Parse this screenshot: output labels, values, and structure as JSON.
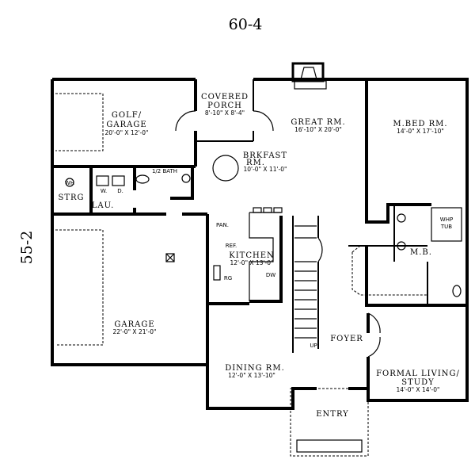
{
  "plan": {
    "top_dimension": "60-4",
    "side_dimension": "55-2",
    "rooms": {
      "golf_garage": {
        "name1": "GOLF/",
        "name2": "GARAGE",
        "size": "20'-0\" X 12'-0\""
      },
      "covered_porch": {
        "name1": "COVERED",
        "name2": "PORCH",
        "size": "8'-10\" X 8'-4\""
      },
      "great_rm": {
        "name": "GREAT RM.",
        "size": "16'-10\" X 20'-0\""
      },
      "m_bed_rm": {
        "name": "M.BED RM.",
        "size": "14'-0\" X 17'-10\""
      },
      "brkfast_rm": {
        "name1": "BRKFAST",
        "name2": "RM.",
        "size": "10'-0\" X 11'-0\""
      },
      "half_bath": {
        "name": "1/2 BATH"
      },
      "strg": {
        "name": "STRG"
      },
      "lau": {
        "name": "LAU."
      },
      "kitchen": {
        "name": "KITCHEN",
        "size": "12'-0\" X 13'-0\""
      },
      "garage": {
        "name": "GARAGE",
        "size": "22'-0\" X 21'-0\""
      },
      "m_b": {
        "name": "M.B."
      },
      "foyer": {
        "name": "FOYER"
      },
      "dining_rm": {
        "name": "DINING RM.",
        "size": "12'-0\" X 13'-10\""
      },
      "formal_living": {
        "name1": "FORMAL LIVING/",
        "name2": "STUDY",
        "size": "14'-0\" X 14'-0\""
      },
      "entry": {
        "name": "ENTRY"
      }
    },
    "fixtures": {
      "washer": "W.",
      "dryer": "D.",
      "pantry": "PAN.",
      "ref": "REF.",
      "range": "RG",
      "dishwasher": "DW",
      "whp_tub1": "WHP",
      "whp_tub2": "TUB",
      "stairs_up": "UP",
      "wh": "WH"
    }
  }
}
